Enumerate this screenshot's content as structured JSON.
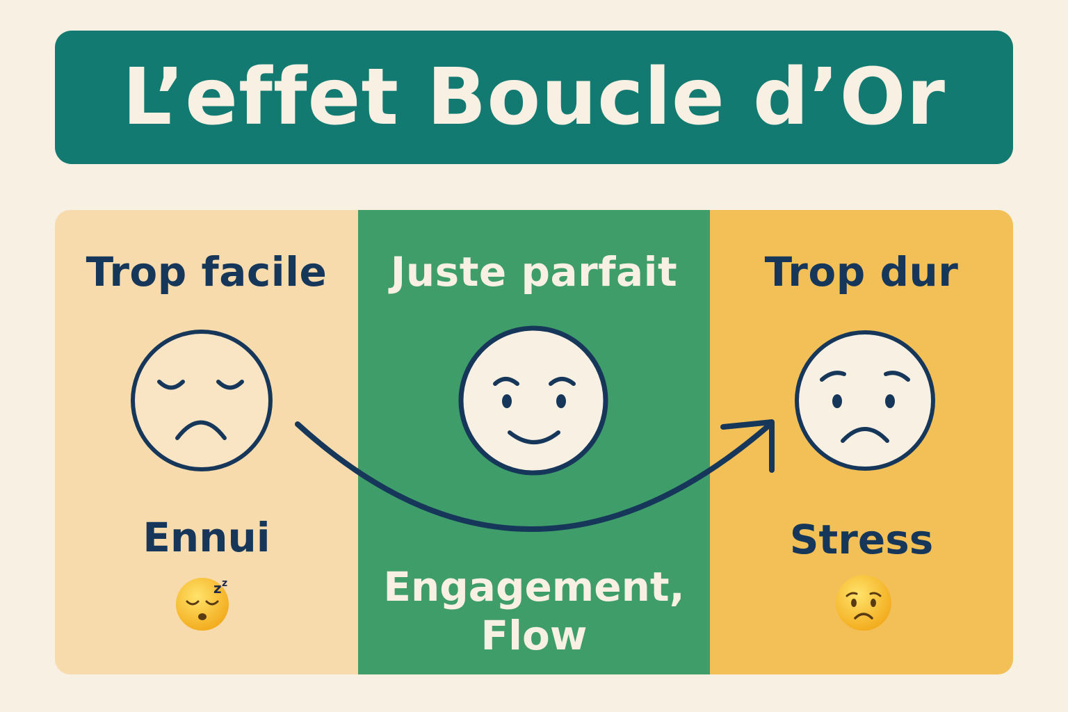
{
  "title": "L’effet Boucle d’Or",
  "columns": [
    {
      "heading": "Trop facile",
      "face": "sleepy-sad-face-icon",
      "label": "Ennui",
      "emoji": "sleeping-face-emoji-icon",
      "color": "#f8dbac"
    },
    {
      "heading": "Juste parfait",
      "face": "smiling-face-icon",
      "label_line1": "Engagement,",
      "label_line2": "Flow",
      "color": "#3f9d6a"
    },
    {
      "heading": "Trop dur",
      "face": "worried-face-icon",
      "label": "Stress",
      "emoji": "worried-face-emoji-icon",
      "color": "#f2c057"
    }
  ],
  "arrow": "curved-arrow-icon",
  "colors": {
    "banner": "#137a72",
    "ink": "#16375a",
    "background": "#f7f0e3"
  }
}
